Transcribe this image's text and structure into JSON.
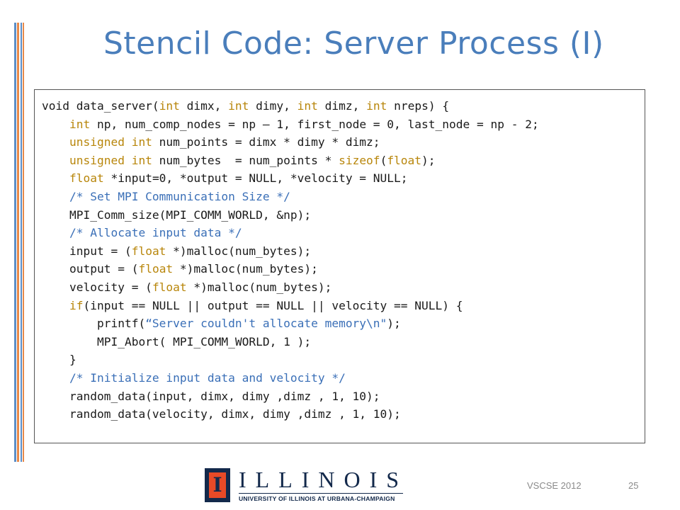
{
  "slide": {
    "title": "Stencil Code: Server Process (I)",
    "footer": {
      "event": "VSCSE 2012",
      "page_number": "25"
    },
    "logo": {
      "mark_letter": "I",
      "wordmark": "ILLINOIS",
      "subtitle": "UNIVERSITY OF ILLINOIS AT URBANA-CHAMPAIGN"
    }
  },
  "code": {
    "lines": [
      [
        {
          "t": "void",
          "k": "plain"
        },
        {
          "t": " data_server(",
          "k": "plain"
        },
        {
          "t": "int",
          "k": "kw"
        },
        {
          "t": " dimx, ",
          "k": "plain"
        },
        {
          "t": "int",
          "k": "kw"
        },
        {
          "t": " dimy, ",
          "k": "plain"
        },
        {
          "t": "int",
          "k": "kw"
        },
        {
          "t": " dimz, ",
          "k": "plain"
        },
        {
          "t": "int",
          "k": "kw"
        },
        {
          "t": " nreps) {",
          "k": "plain"
        }
      ],
      [
        {
          "t": "    ",
          "k": "plain"
        },
        {
          "t": "int",
          "k": "kw"
        },
        {
          "t": " np, num_comp_nodes = np – 1, first_node = 0, last_node = np - 2;",
          "k": "plain"
        }
      ],
      [
        {
          "t": "    ",
          "k": "plain"
        },
        {
          "t": "unsigned int",
          "k": "kw"
        },
        {
          "t": " num_points = dimx * dimy * dimz;",
          "k": "plain"
        }
      ],
      [
        {
          "t": "    ",
          "k": "plain"
        },
        {
          "t": "unsigned int",
          "k": "kw"
        },
        {
          "t": " num_bytes  = num_points * ",
          "k": "plain"
        },
        {
          "t": "sizeof",
          "k": "kw"
        },
        {
          "t": "(",
          "k": "plain"
        },
        {
          "t": "float",
          "k": "kw"
        },
        {
          "t": ");",
          "k": "plain"
        }
      ],
      [
        {
          "t": "    ",
          "k": "plain"
        },
        {
          "t": "float",
          "k": "kw"
        },
        {
          "t": " *input=0, *output = NULL, *velocity = NULL;",
          "k": "plain"
        }
      ],
      [
        {
          "t": "    ",
          "k": "plain"
        },
        {
          "t": "/* Set MPI Communication Size */",
          "k": "cm"
        }
      ],
      [
        {
          "t": "    MPI_Comm_size(MPI_COMM_WORLD, &np);",
          "k": "plain"
        }
      ],
      [
        {
          "t": "    ",
          "k": "plain"
        },
        {
          "t": "/* Allocate input data */",
          "k": "cm"
        }
      ],
      [
        {
          "t": "    input = (",
          "k": "plain"
        },
        {
          "t": "float",
          "k": "kw"
        },
        {
          "t": " *)malloc(num_bytes);",
          "k": "plain"
        }
      ],
      [
        {
          "t": "    output = (",
          "k": "plain"
        },
        {
          "t": "float",
          "k": "kw"
        },
        {
          "t": " *)malloc(num_bytes);",
          "k": "plain"
        }
      ],
      [
        {
          "t": "    velocity = (",
          "k": "plain"
        },
        {
          "t": "float",
          "k": "kw"
        },
        {
          "t": " *)malloc(num_bytes);",
          "k": "plain"
        }
      ],
      [
        {
          "t": "    ",
          "k": "plain"
        },
        {
          "t": "if",
          "k": "kw"
        },
        {
          "t": "(input == NULL || output == NULL || velocity == NULL) {",
          "k": "plain"
        }
      ],
      [
        {
          "t": "        printf(",
          "k": "plain"
        },
        {
          "t": "“Server couldn't allocate memory\\n\"",
          "k": "cm"
        },
        {
          "t": ");",
          "k": "plain"
        }
      ],
      [
        {
          "t": "        MPI_Abort( MPI_COMM_WORLD, 1 );",
          "k": "plain"
        }
      ],
      [
        {
          "t": "    }",
          "k": "plain"
        }
      ],
      [
        {
          "t": "    ",
          "k": "plain"
        },
        {
          "t": "/* Initialize input data and velocity */",
          "k": "cm"
        }
      ],
      [
        {
          "t": "    random_data(input, dimx, dimy ,dimz , 1, 10);",
          "k": "plain"
        }
      ],
      [
        {
          "t": "    random_data(velocity, dimx, dimy ,dimz , 1, 10);",
          "k": "plain"
        }
      ]
    ]
  },
  "colors": {
    "title": "#4a7ebb",
    "keyword": "#b8860b",
    "comment": "#3a6fb7",
    "accent_blue": "#5b8ec8",
    "accent_orange": "#e8894a",
    "logo_navy": "#13294b",
    "logo_orange": "#e84a27"
  }
}
